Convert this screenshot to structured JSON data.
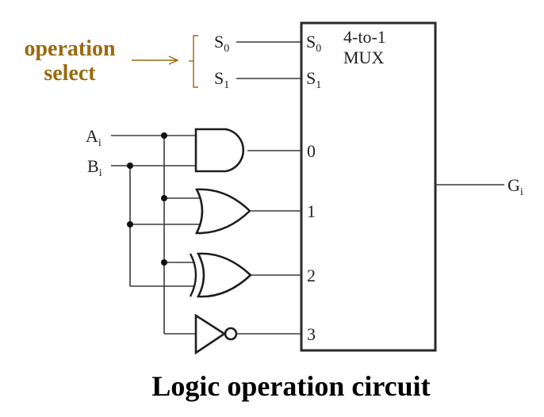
{
  "title": "Logic operation circuit",
  "annotation": {
    "line1": "operation",
    "line2": "select",
    "color": "#9a6a10"
  },
  "select_inputs": [
    {
      "base": "S",
      "sub": "0"
    },
    {
      "base": "S",
      "sub": "1"
    }
  ],
  "mux": {
    "name_line1": "4-to-1",
    "name_line2": "MUX",
    "select_pins": [
      {
        "base": "S",
        "sub": "0"
      },
      {
        "base": "S",
        "sub": "1"
      }
    ],
    "data_pins": [
      "0",
      "1",
      "2",
      "3"
    ],
    "output": {
      "base": "G",
      "sub": "i"
    }
  },
  "inputs": [
    {
      "base": "A",
      "sub": "i"
    },
    {
      "base": "B",
      "sub": "i"
    }
  ],
  "gates": [
    {
      "type": "AND",
      "inputs": [
        "A",
        "B"
      ],
      "mux_pin": "0"
    },
    {
      "type": "OR",
      "inputs": [
        "A",
        "B"
      ],
      "mux_pin": "1"
    },
    {
      "type": "XOR",
      "inputs": [
        "A",
        "B"
      ],
      "mux_pin": "2"
    },
    {
      "type": "NOT",
      "inputs": [
        "A"
      ],
      "mux_pin": "3"
    }
  ]
}
